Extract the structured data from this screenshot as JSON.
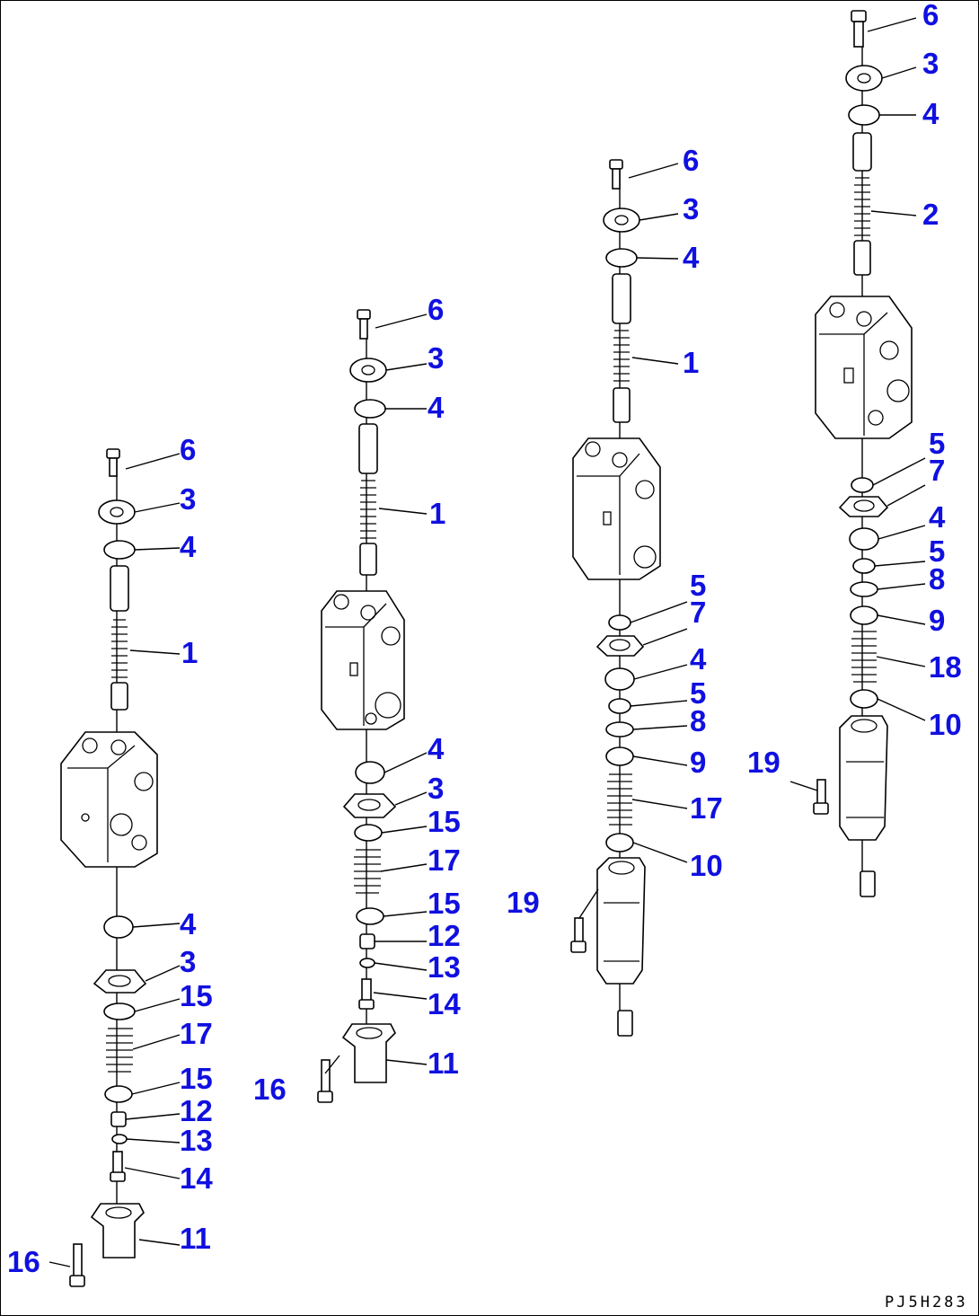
{
  "drawing_code": "PJ5H283",
  "assemblies": [
    {
      "id": "A",
      "labels": [
        "6",
        "3",
        "4",
        "1",
        "4",
        "3",
        "15",
        "17",
        "15",
        "12",
        "13",
        "14",
        "11",
        "16"
      ]
    },
    {
      "id": "B",
      "labels": [
        "6",
        "3",
        "4",
        "1",
        "4",
        "3",
        "15",
        "17",
        "15",
        "12",
        "13",
        "14",
        "11",
        "16"
      ]
    },
    {
      "id": "C",
      "labels": [
        "6",
        "3",
        "4",
        "1",
        "5",
        "7",
        "4",
        "5",
        "8",
        "9",
        "17",
        "10",
        "19"
      ]
    },
    {
      "id": "D",
      "labels": [
        "6",
        "3",
        "4",
        "2",
        "5",
        "7",
        "4",
        "5",
        "8",
        "9",
        "18",
        "10",
        "19"
      ]
    }
  ],
  "colors": {
    "label": "#1010e0",
    "line": "#000000",
    "background": "#ffffff"
  }
}
